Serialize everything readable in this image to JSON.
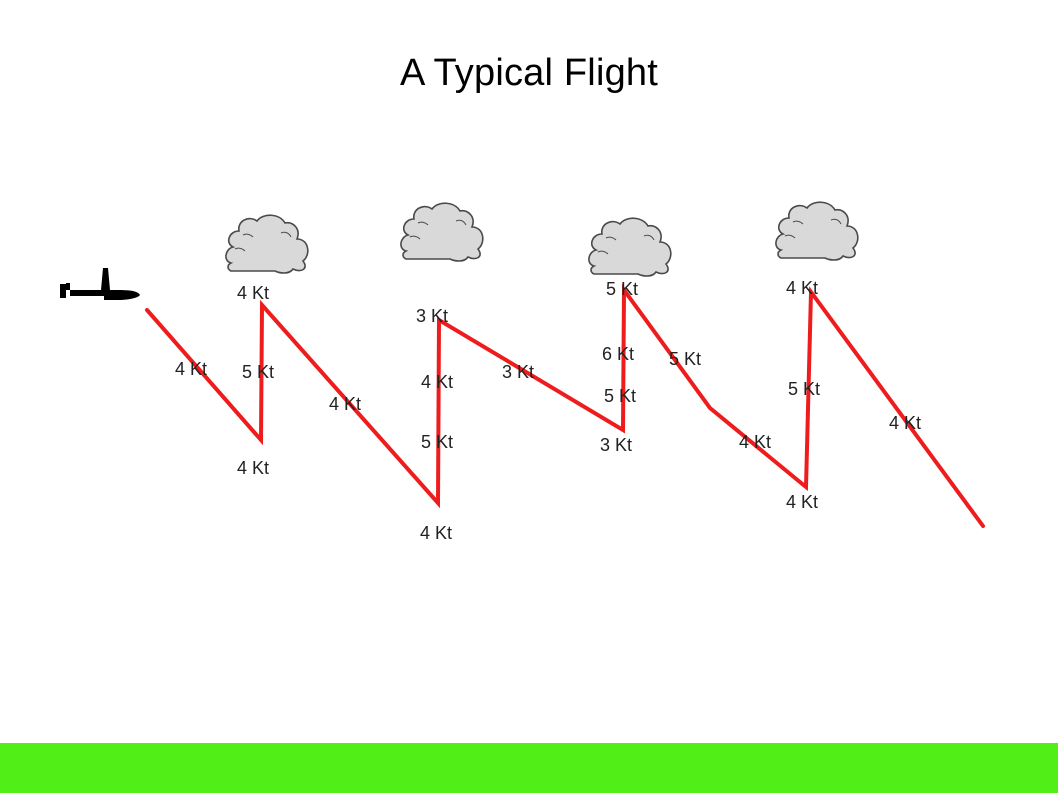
{
  "title": "A Typical Flight",
  "colors": {
    "flight_path": "#ee1c1c",
    "ground": "#52ee18",
    "cloud_fill": "#d9d9d9",
    "cloud_stroke": "#4a4a4a"
  },
  "icons": {
    "glider": "glider-icon",
    "cloud": "cloud-icon"
  },
  "labels": [
    "4 Kt",
    "5 Kt",
    "4 Kt",
    "4 Kt",
    "4 Kt",
    "3 Kt",
    "4 Kt",
    "5 Kt",
    "4 Kt",
    "3 Kt",
    "5 Kt",
    "6 Kt",
    "5 Kt",
    "3 Kt",
    "5 Kt",
    "4 Kt",
    "4 Kt",
    "5 Kt",
    "4 Kt",
    "4 Kt"
  ]
}
